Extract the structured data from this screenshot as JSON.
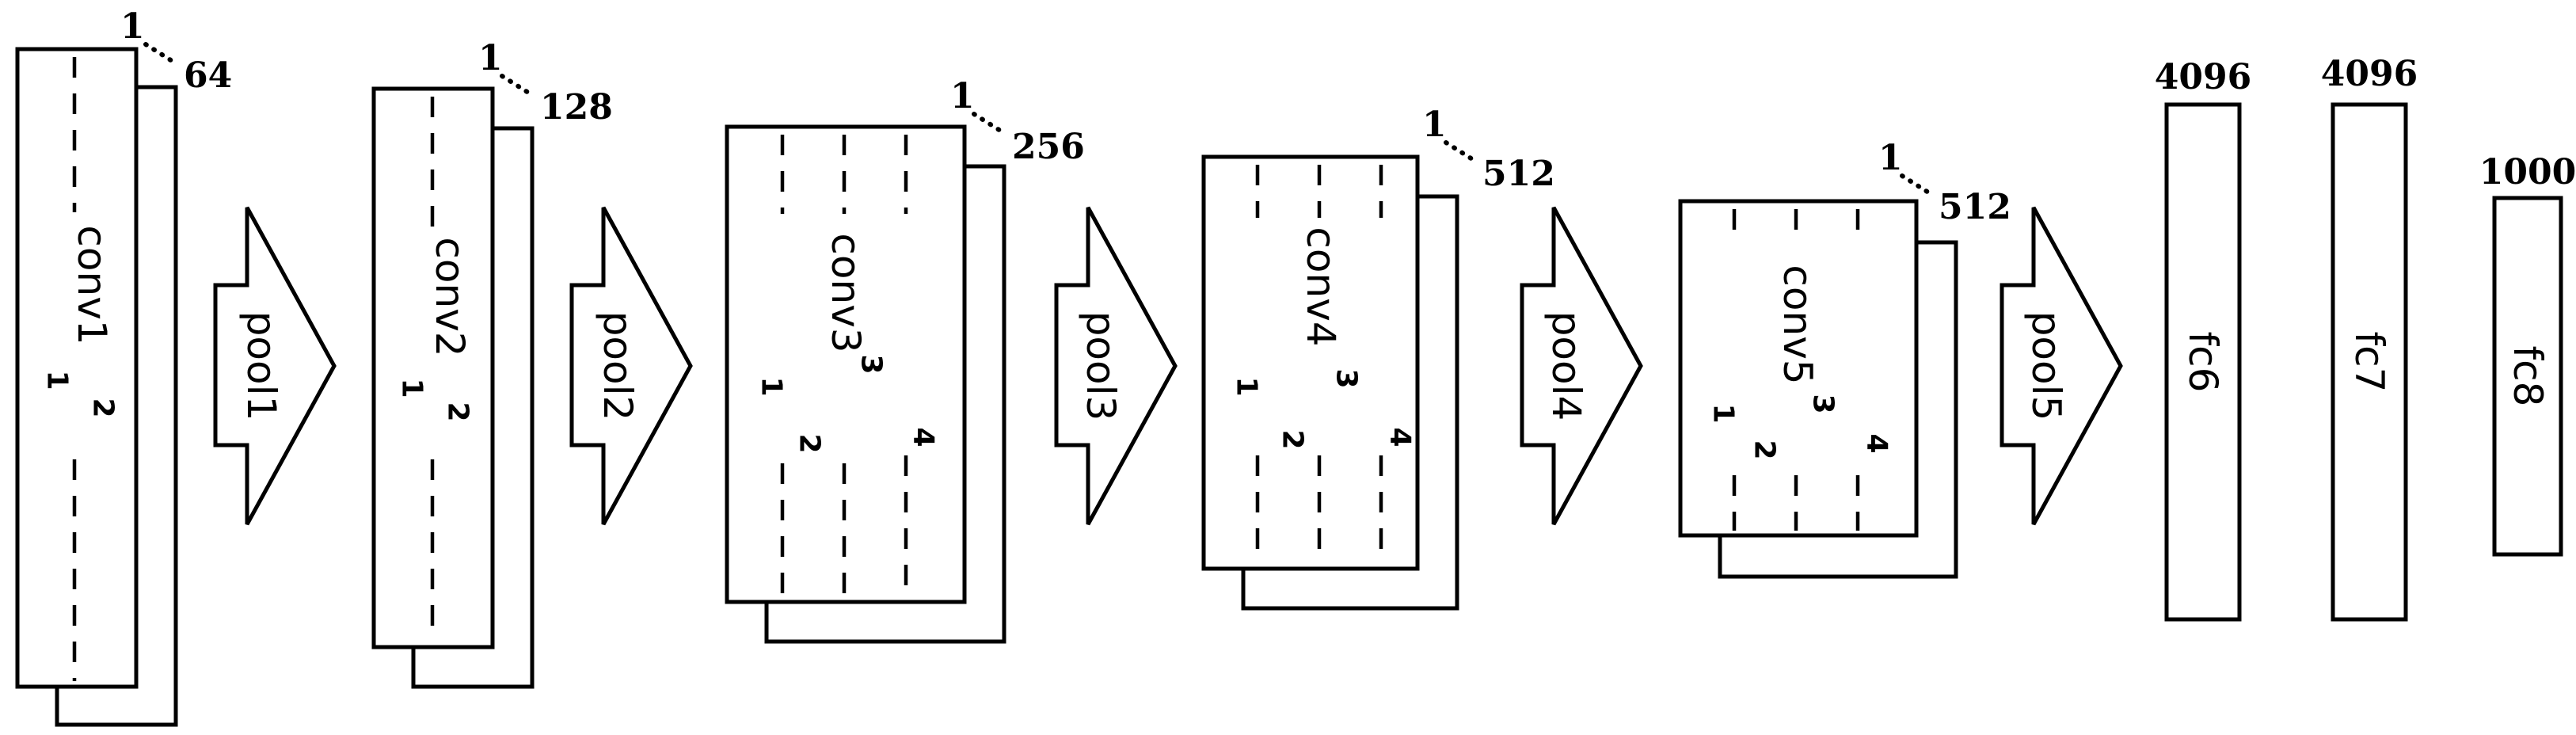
{
  "conv_blocks": [
    {
      "label": "conv1",
      "index_start": "1",
      "channels": "64",
      "sublayers": [
        "1",
        "2"
      ]
    },
    {
      "label": "conv2",
      "index_start": "1",
      "channels": "128",
      "sublayers": [
        "1",
        "2"
      ]
    },
    {
      "label": "conv3",
      "index_start": "1",
      "channels": "256",
      "sublayers": [
        "1",
        "2",
        "3",
        "4"
      ]
    },
    {
      "label": "conv4",
      "index_start": "1",
      "channels": "512",
      "sublayers": [
        "1",
        "2",
        "3",
        "4"
      ]
    },
    {
      "label": "conv5",
      "index_start": "1",
      "channels": "512",
      "sublayers": [
        "1",
        "2",
        "3",
        "4"
      ]
    }
  ],
  "pools": [
    {
      "label": "pool1"
    },
    {
      "label": "pool2"
    },
    {
      "label": "pool3"
    },
    {
      "label": "pool4"
    },
    {
      "label": "pool5"
    }
  ],
  "fc_layers": [
    {
      "label": "fc6",
      "units": "4096"
    },
    {
      "label": "fc7",
      "units": "4096"
    },
    {
      "label": "fc8",
      "units": "1000"
    }
  ]
}
